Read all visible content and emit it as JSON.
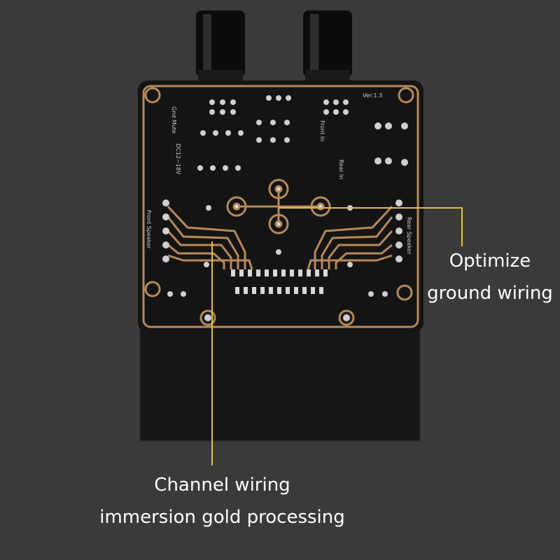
{
  "annotations": {
    "ground": {
      "line1": "Optimize",
      "line2": "ground wiring"
    },
    "channel": {
      "line1": "Channel wiring",
      "line2": "immersion gold processing"
    }
  },
  "board_labels": {
    "version": "Ver:1.3",
    "gnd_mute": "Gnd Mute",
    "power": "DC12~18V",
    "front_in": "Front In",
    "rear_in": "Rear In",
    "front_speaker": "Front Speaker",
    "rear_speaker": "Rear Speaker"
  },
  "colors": {
    "background": "#3a3a3a",
    "board": "#141414",
    "gold_trace": "#b7895a",
    "callout_line": "#e5bf3a",
    "caption_text": "#ffffff"
  }
}
